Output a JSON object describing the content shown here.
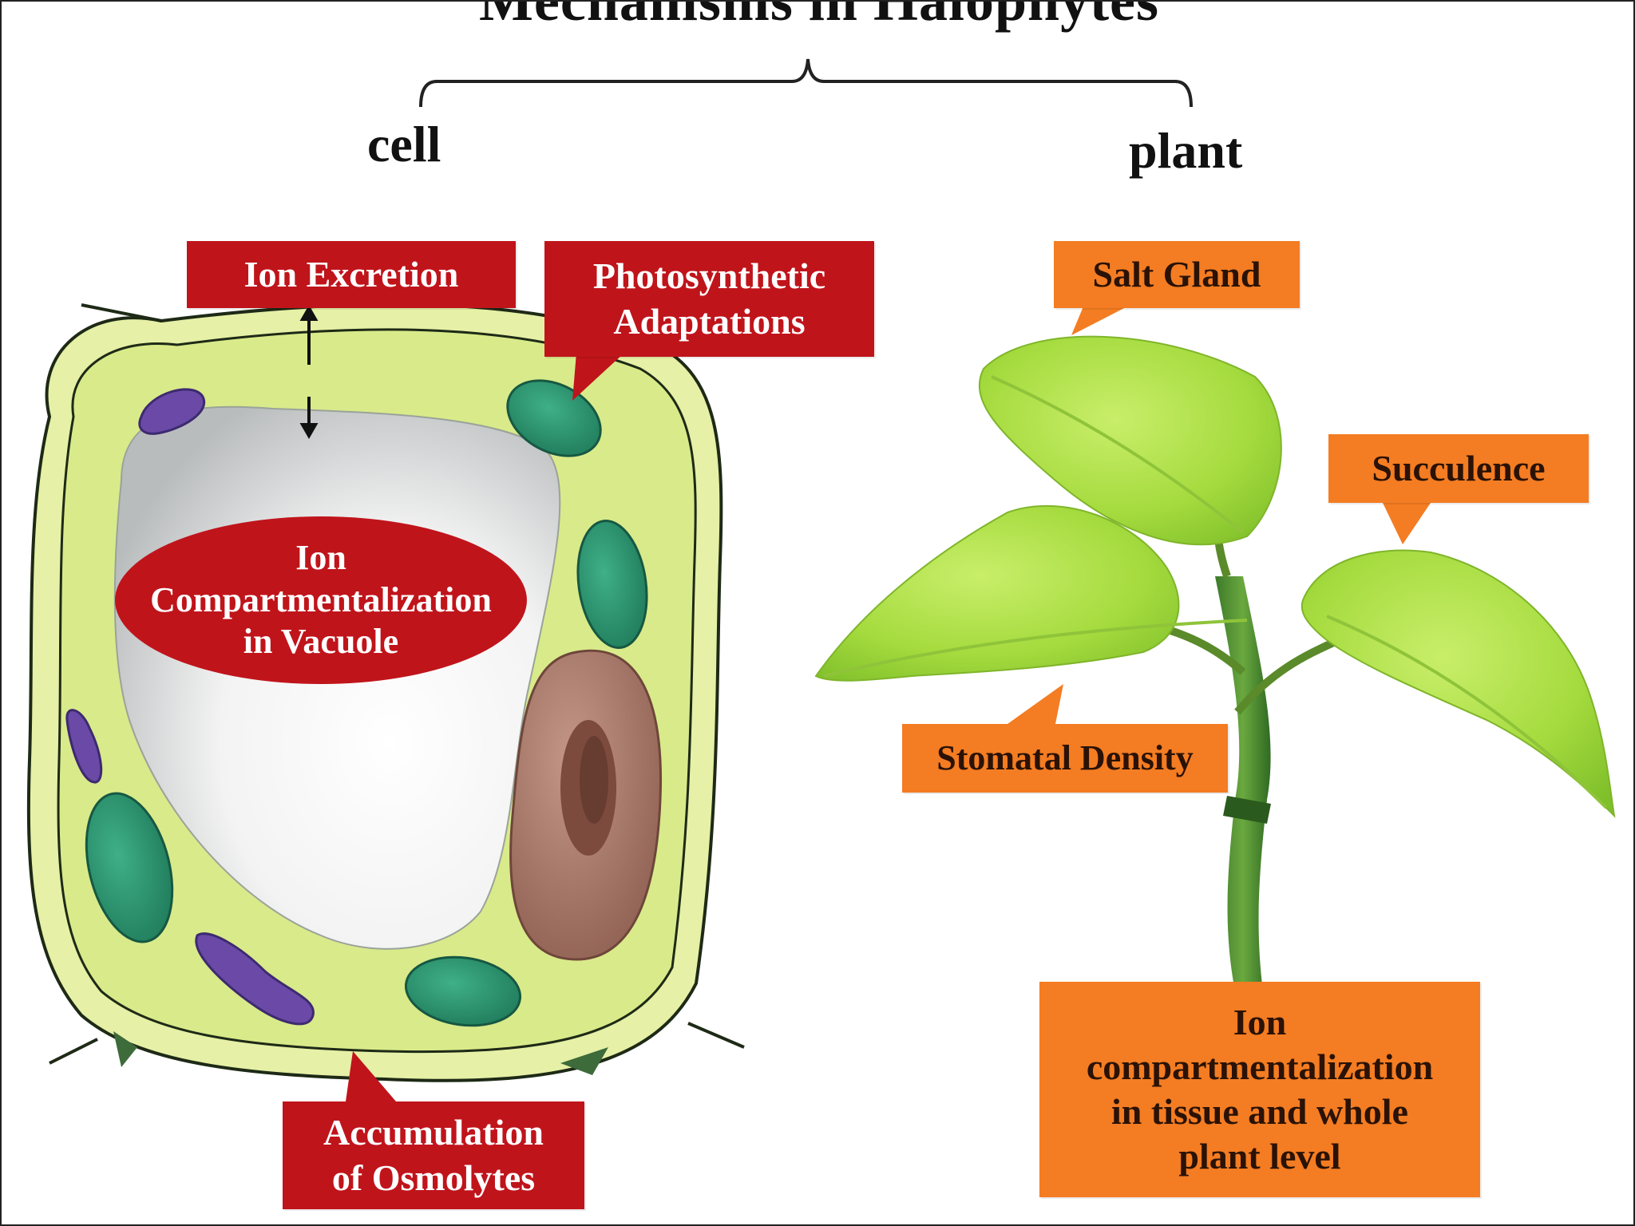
{
  "title": "Mechanisms in Halophytes",
  "levels": {
    "cell": "cell",
    "plant": "plant"
  },
  "cell_mechanisms": {
    "ion_excretion": "Ion Excretion",
    "photosynthetic_1": "Photosynthetic",
    "photosynthetic_2": "Adaptations",
    "vacuole_1": "Ion",
    "vacuole_2": "Compartmentalization",
    "vacuole_3": "in Vacuole",
    "osmolytes_1": "Accumulation",
    "osmolytes_2": "of Osmolytes"
  },
  "plant_mechanisms": {
    "salt_gland": "Salt Gland",
    "succulence": "Succulence",
    "stomatal_density": "Stomatal Density",
    "tissue_1": "Ion",
    "tissue_2": "compartmentalization",
    "tissue_3": "in tissue and whole",
    "tissue_4": "plant level"
  },
  "colors": {
    "cell_label": "#c0141b",
    "plant_label": "#f47c22",
    "cytoplasm": "#d9ea8a",
    "chloroplast": "#2f9e77",
    "nucleus": "#a9786a",
    "mitochondria": "#6a4aa6",
    "leaf": "#9ed63a"
  }
}
